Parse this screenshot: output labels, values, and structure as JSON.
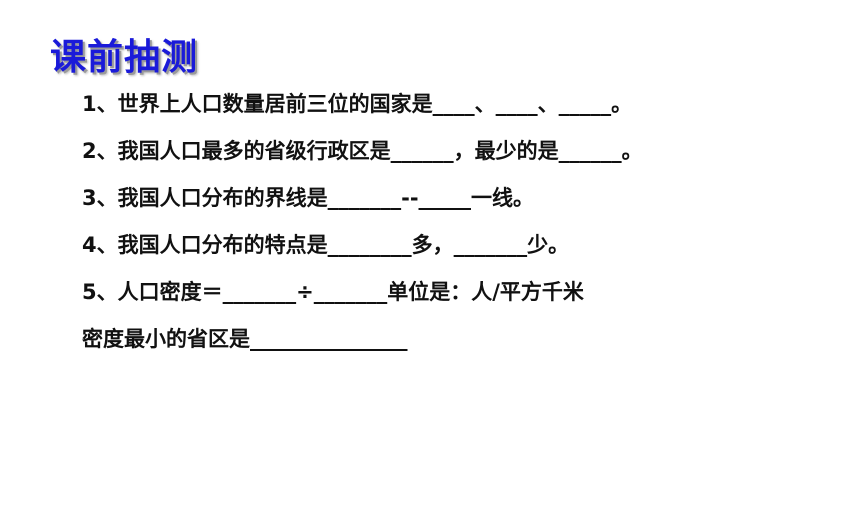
{
  "slide": {
    "title": "课前抽测",
    "title_color": "#1a1ad9",
    "questions": [
      "1、世界上人口数量居前三位的国家是____、____、_____。",
      "2、我国人口最多的省级行政区是______，最少的是______。",
      "3、我国人口分布的界线是_______--_____一线。",
      "4、我国人口分布的特点是________多，_______少。",
      "5、人口密度＝_______÷_______单位是：人/平方千米",
      "密度最小的省区是_______________"
    ]
  }
}
